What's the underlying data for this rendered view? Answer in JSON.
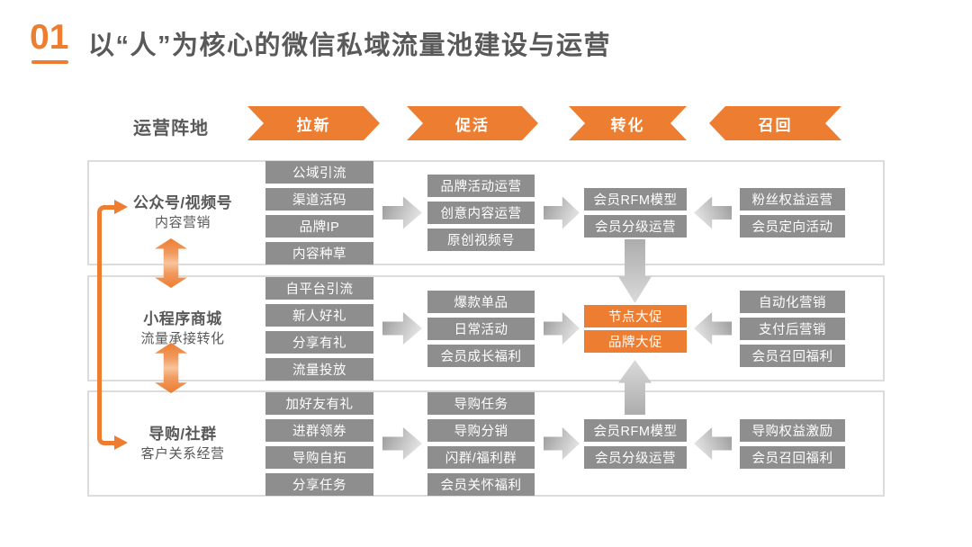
{
  "slide": {
    "number": "01",
    "title": "以“人”为核心的微信私域流量池建设与运营"
  },
  "funnel": {
    "label": "运营阵地",
    "stages": [
      {
        "label": "拉新",
        "direction": "right"
      },
      {
        "label": "促活",
        "direction": "right"
      },
      {
        "label": "转化",
        "direction": "converge"
      },
      {
        "label": "召回",
        "direction": "left"
      }
    ]
  },
  "rows": [
    {
      "title": "公众号/视频号",
      "subtitle": "内容营销",
      "col1": [
        "公域引流",
        "渠道活码",
        "品牌IP",
        "内容种草"
      ],
      "col2": [
        "品牌活动运营",
        "创意内容运营",
        "原创视频号"
      ],
      "col3": [
        "会员RFM模型",
        "会员分级运营"
      ],
      "col4": [
        "粉丝权益运营",
        "会员定向活动"
      ]
    },
    {
      "title": "小程序商城",
      "subtitle": "流量承接转化",
      "col1": [
        "自平台引流",
        "新人好礼",
        "分享有礼",
        "流量投放"
      ],
      "col2": [
        "爆款单品",
        "日常活动",
        "会员成长福利"
      ],
      "col3": [
        "节点大促",
        "品牌大促"
      ],
      "col4": [
        "自动化营销",
        "支付后营销",
        "会员召回福利"
      ]
    },
    {
      "title": "导购/社群",
      "subtitle": "客户关系经营",
      "col1": [
        "加好友有礼",
        "进群领券",
        "导购自拓",
        "分享任务"
      ],
      "col2": [
        "导购任务",
        "导购分销",
        "闪群/福利群",
        "会员关怀福利"
      ],
      "col3": [
        "会员RFM模型",
        "会员分级运营"
      ],
      "col4": [
        "导购权益激励",
        "会员召回福利"
      ]
    }
  ],
  "colors": {
    "accent_orange": "#ED7D31",
    "box_gray": "#8E8E8E",
    "text_gray": "#595959",
    "panel_border": "#DCDCDC"
  }
}
